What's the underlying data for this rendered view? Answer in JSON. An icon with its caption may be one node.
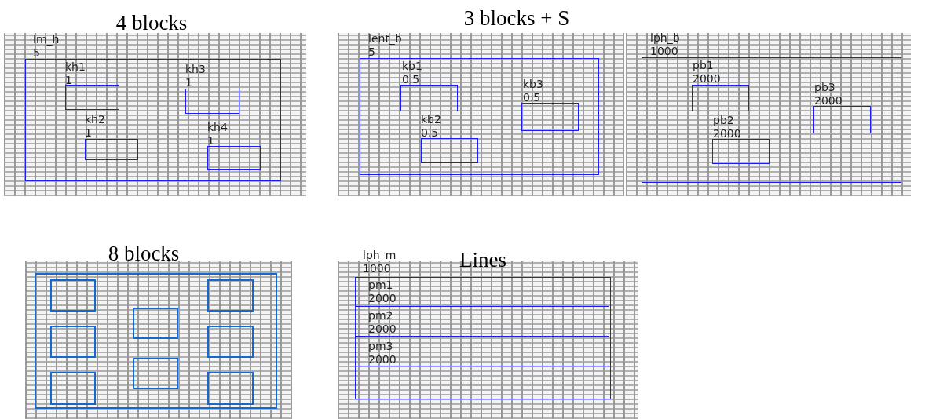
{
  "diagram": {
    "nodes": [
      {
        "text": [
          "lm_h",
          "5"
        ]
      },
      {
        "text": [
          "kh1",
          "1"
        ],
        "in": 0
      },
      {
        "text": [
          "kh3",
          "1"
        ],
        "in": 0
      },
      {
        "text": [
          "kh2",
          "1"
        ],
        "in": 0
      },
      {
        "text": [
          "kh4",
          "1"
        ],
        "in": 0
      },
      {
        "text": [
          "lent_b",
          "5"
        ]
      },
      {
        "text": [
          "kb1",
          "0.5"
        ],
        "in": 5
      },
      {
        "text": [
          "kb3",
          "0.5"
        ],
        "in": 5
      },
      {
        "text": [
          "kb2",
          "0.5"
        ],
        "in": 5
      },
      {
        "text": [
          "lph_b",
          "1000"
        ]
      },
      {
        "text": [
          "pb1",
          "2000"
        ],
        "in": 9
      },
      {
        "text": [
          "pb3",
          "2000"
        ],
        "in": 9
      },
      {
        "text": [
          "pb2",
          "2000"
        ],
        "in": 9
      },
      {
        "text": [],
        "shape": "box"
      },
      {
        "text": [],
        "shape": "box",
        "in": 13
      },
      {
        "text": [],
        "shape": "box",
        "in": 13
      },
      {
        "text": [],
        "shape": "box",
        "in": 13
      },
      {
        "text": [],
        "shape": "box",
        "in": 13
      },
      {
        "text": [],
        "shape": "box",
        "in": 13
      },
      {
        "text": [],
        "shape": "box",
        "in": 13
      },
      {
        "text": [],
        "shape": "box",
        "in": 13
      },
      {
        "text": [],
        "shape": "box",
        "in": 13
      },
      {
        "text": [
          "lph_m",
          "1000"
        ]
      },
      {
        "text": [
          "pm1",
          "2000"
        ],
        "in": 22
      },
      {
        "text": [
          "pm2",
          "2000"
        ],
        "in": 22
      },
      {
        "text": [
          "pm3",
          "2000"
        ],
        "in": 22
      }
    ],
    "edges": [],
    "labels": [
      "4 blocks",
      "3 blocks + S",
      "8 blocks",
      "Lines"
    ]
  }
}
